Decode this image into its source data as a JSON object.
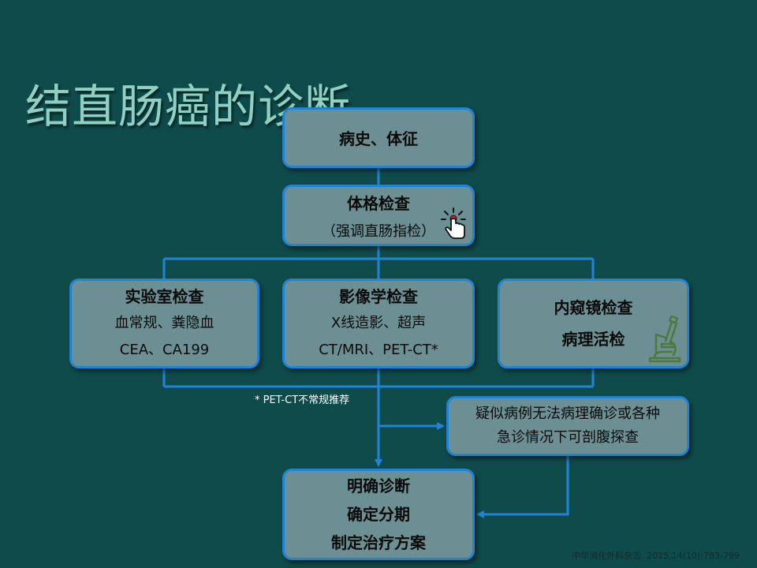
{
  "title": "结直肠癌的诊断",
  "boxes": {
    "history": {
      "label": "病史、体征"
    },
    "physical": {
      "label": "体格检查",
      "sub": "（强调直肠指检）"
    },
    "lab": {
      "label": "实验室检查",
      "line1": "血常规、粪隐血",
      "line2": "CEA、CA199"
    },
    "imaging": {
      "label": "影像学检查",
      "line1": "X线造影、超声",
      "line2": "CT/MRI、PET-CT*"
    },
    "endoscopy": {
      "line1": "内窥镜检查",
      "line2": "病理活检"
    },
    "surgery": {
      "line1": "疑似病例无法病理确诊或各种",
      "line2": "急诊情况下可剖腹探查"
    },
    "result": {
      "line1": "明确诊断",
      "line2": "确定分期",
      "line3": "制定治疗方案"
    }
  },
  "footnote": "* PET-CT不常规推荐",
  "citation": "中华消化外科杂志. 2015,14(10):783-799",
  "icons": [
    "pointing-hand-icon",
    "microscope-icon"
  ],
  "colors": {
    "background": "#0f4b4b",
    "box_fill": "#6c8f93",
    "box_border": "#1f83d6",
    "connector": "#1f83d6",
    "title": "#8fd0c3",
    "icon_red": "#d42020",
    "microscope": "#4b7a3c"
  }
}
